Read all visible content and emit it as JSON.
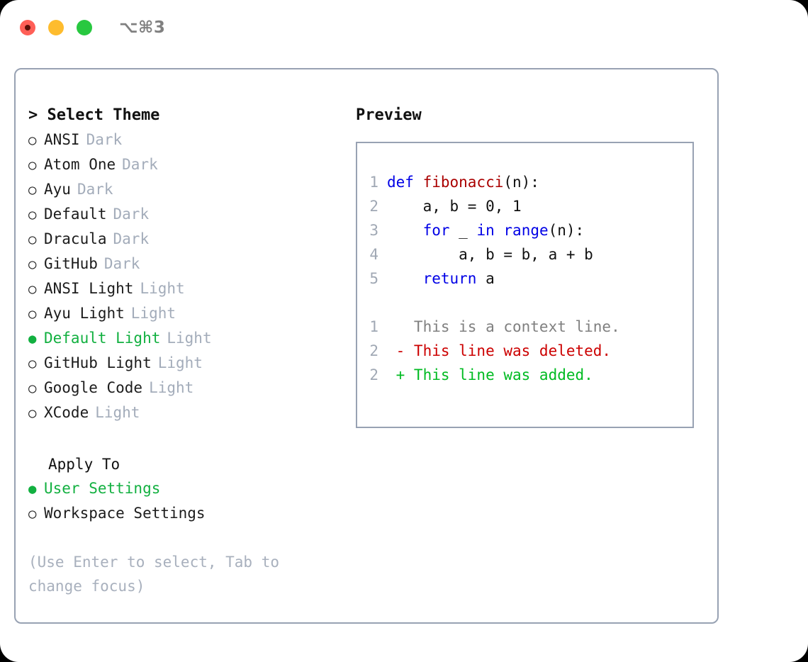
{
  "titlebar": {
    "shortcut": "⌥⌘3",
    "controls": [
      {
        "name": "close",
        "color": "#ff5f57"
      },
      {
        "name": "minimize",
        "color": "#febc2e"
      },
      {
        "name": "maximize",
        "color": "#28c840"
      }
    ]
  },
  "colors": {
    "selection_green": "#12b040",
    "border": "#98a2b3",
    "muted_text": "#a3acba",
    "hint_text": "#a8b0bd",
    "keyword_blue": "#0000e6",
    "function_red": "#aa0000",
    "diff_deleted": "#cc0000",
    "diff_added": "#00bb22",
    "line_number": "#a0a8b4"
  },
  "left": {
    "title": "> Select Theme",
    "themes": [
      {
        "bullet": "○",
        "label": "ANSI",
        "tag": "Dark",
        "selected": false
      },
      {
        "bullet": "○",
        "label": "Atom One",
        "tag": "Dark",
        "selected": false
      },
      {
        "bullet": "○",
        "label": "Ayu",
        "tag": "Dark",
        "selected": false
      },
      {
        "bullet": "○",
        "label": "Default",
        "tag": "Dark",
        "selected": false
      },
      {
        "bullet": "○",
        "label": "Dracula",
        "tag": "Dark",
        "selected": false
      },
      {
        "bullet": "○",
        "label": "GitHub",
        "tag": "Dark",
        "selected": false
      },
      {
        "bullet": "○",
        "label": "ANSI Light",
        "tag": "Light",
        "selected": false
      },
      {
        "bullet": "○",
        "label": "Ayu Light",
        "tag": "Light",
        "selected": false
      },
      {
        "bullet": "●",
        "label": "Default Light",
        "tag": "Light",
        "selected": true
      },
      {
        "bullet": "○",
        "label": "GitHub Light",
        "tag": "Light",
        "selected": false
      },
      {
        "bullet": "○",
        "label": "Google Code",
        "tag": "Light",
        "selected": false
      },
      {
        "bullet": "○",
        "label": "XCode",
        "tag": "Light",
        "selected": false
      }
    ],
    "apply_to": {
      "title": "Apply To",
      "options": [
        {
          "bullet": "●",
          "label": "User Settings",
          "selected": true
        },
        {
          "bullet": "○",
          "label": "Workspace Settings",
          "selected": false
        }
      ]
    },
    "hint": "(Use Enter to select, Tab to change focus)"
  },
  "right": {
    "title": "Preview",
    "code": {
      "lines": [
        {
          "number": "1",
          "tokens": [
            {
              "text": "def ",
              "type": "kw"
            },
            {
              "text": "fibonacci",
              "type": "fn"
            },
            {
              "text": "(n):",
              "type": "pl"
            }
          ]
        },
        {
          "number": "2",
          "tokens": [
            {
              "text": "    a, b = 0, 1",
              "type": "pl"
            }
          ]
        },
        {
          "number": "3",
          "tokens": [
            {
              "text": "    ",
              "type": "pl"
            },
            {
              "text": "for",
              "type": "kw"
            },
            {
              "text": " _ ",
              "type": "pl"
            },
            {
              "text": "in",
              "type": "kw"
            },
            {
              "text": " ",
              "type": "pl"
            },
            {
              "text": "range",
              "type": "kw"
            },
            {
              "text": "(n):",
              "type": "pl"
            }
          ]
        },
        {
          "number": "4",
          "tokens": [
            {
              "text": "        a, b = b, a + b",
              "type": "pl"
            }
          ]
        },
        {
          "number": "5",
          "tokens": [
            {
              "text": "    ",
              "type": "pl"
            },
            {
              "text": "return",
              "type": "kw"
            },
            {
              "text": " a",
              "type": "pl"
            }
          ]
        }
      ],
      "diff_lines": [
        {
          "number": "1",
          "tokens": [
            {
              "text": "   This is a context line.",
              "type": "ctx"
            }
          ]
        },
        {
          "number": "2",
          "tokens": [
            {
              "text": " - This line was deleted.",
              "type": "del"
            }
          ]
        },
        {
          "number": "2",
          "tokens": [
            {
              "text": " + This line was added.",
              "type": "add"
            }
          ]
        }
      ]
    }
  }
}
